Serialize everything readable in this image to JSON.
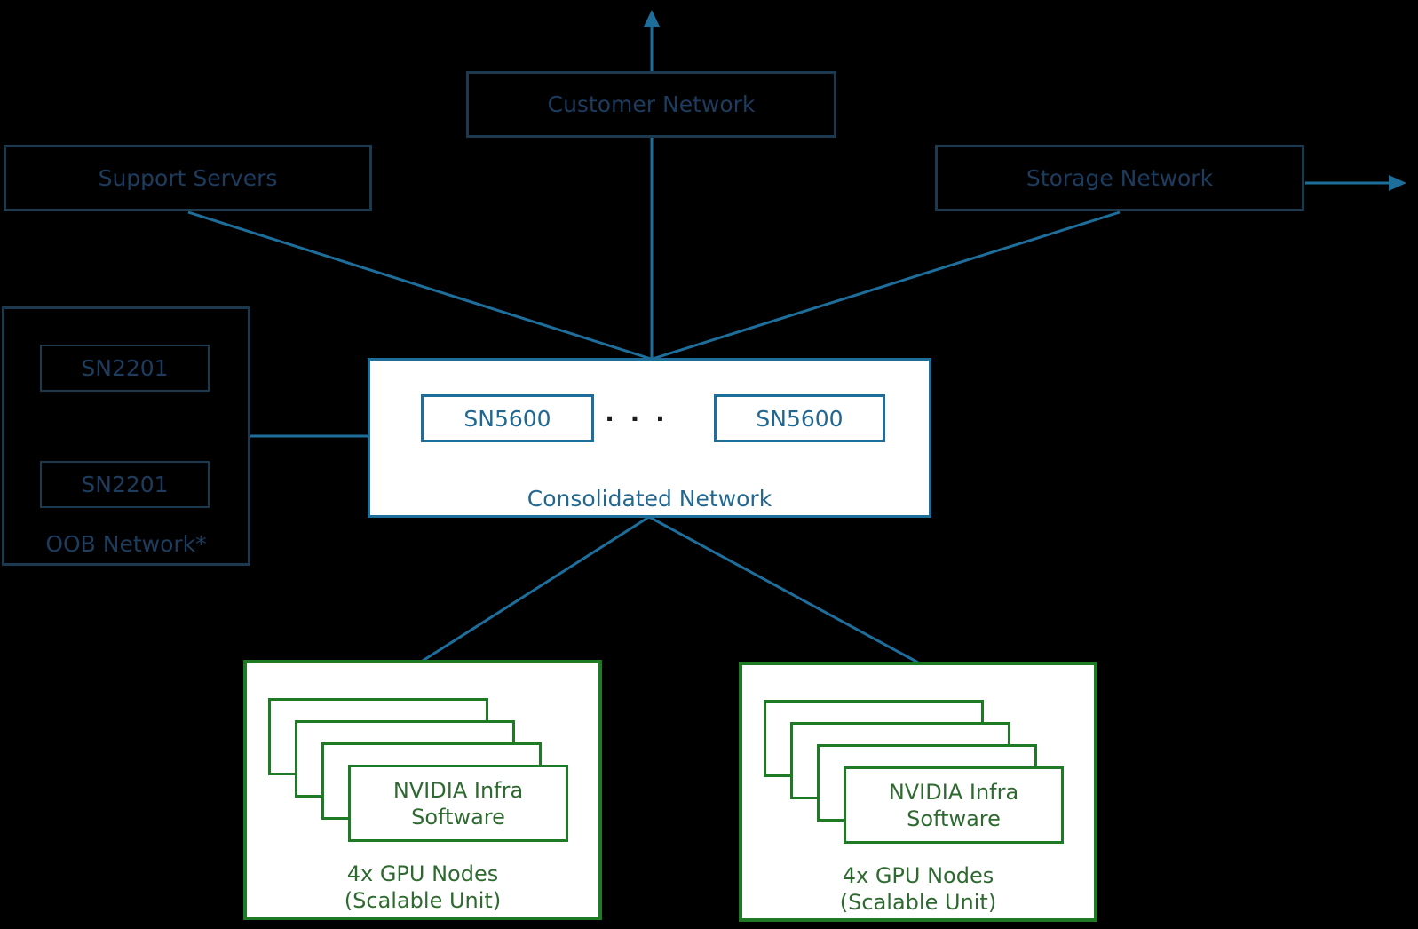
{
  "colors": {
    "background": "#000000",
    "teal_line": "#1E6E9C",
    "dark_box_border": "#1B3A50",
    "dark_box_text": "#1D3C5E",
    "teal_text": "#21678F",
    "node_background": "#FFFFFF",
    "green_border": "#1E7A25",
    "green_text": "#2E6A30"
  },
  "nodes": {
    "customer_network": {
      "label": "Customer Network"
    },
    "support_servers": {
      "label": "Support Servers"
    },
    "storage_network": {
      "label": "Storage Network"
    },
    "oob_network": {
      "label": "OOB Network*",
      "switches": [
        "SN2201",
        "SN2201"
      ]
    },
    "consolidated_network": {
      "label": "Consolidated Network",
      "switches": [
        "SN5600",
        "SN5600"
      ],
      "ellipsis": "· · ·"
    },
    "gpu_units": [
      {
        "software": [
          "NVIDIA Infra",
          "Software"
        ],
        "caption": [
          "4x GPU Nodes",
          "(Scalable Unit)"
        ]
      },
      {
        "software": [
          "NVIDIA Infra",
          "Software"
        ],
        "caption": [
          "4x GPU Nodes",
          "(Scalable Unit)"
        ]
      }
    ]
  }
}
